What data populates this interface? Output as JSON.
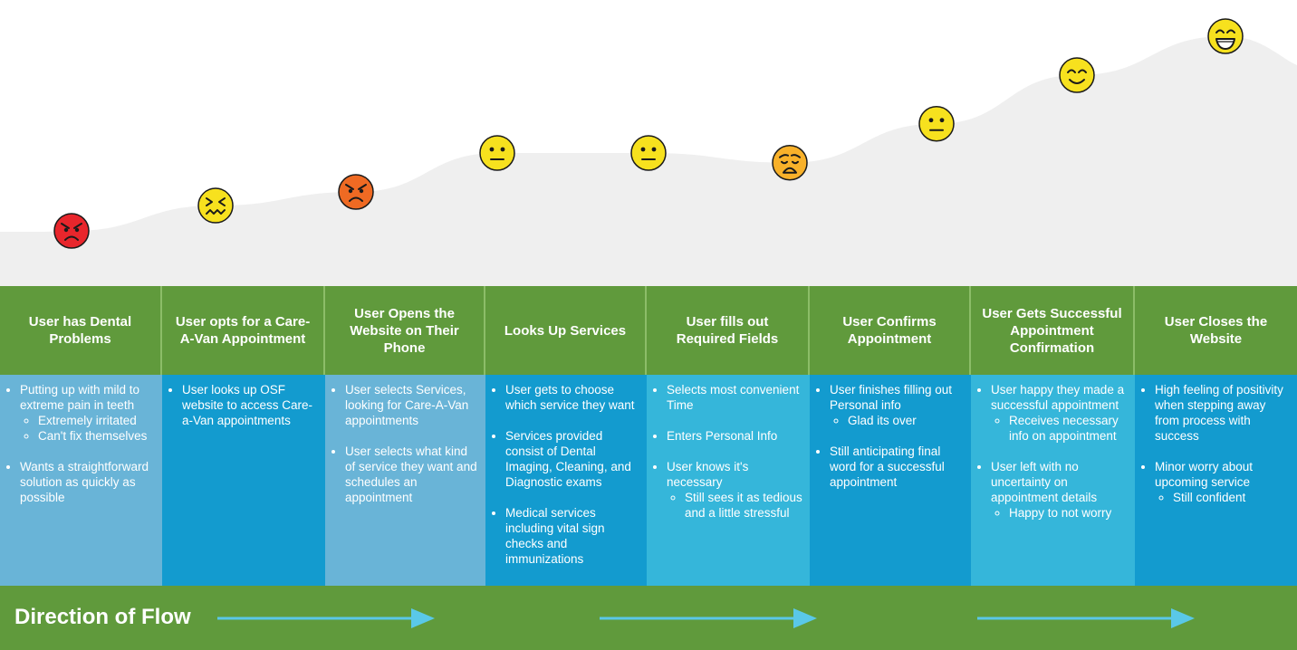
{
  "colors": {
    "curve": "#efefef",
    "header": "#609a3c",
    "stage_divider": "#8cbd68",
    "arrow": "#5ac8e8",
    "faces": {
      "angry": "#e8262c",
      "frustrated": "#f7e11e",
      "furious": "#ef6a23",
      "neutral": "#f7e11e",
      "anxious": "#f8b12a",
      "happy": "#f7e11e",
      "very-happy": "#f7e11e"
    }
  },
  "journey": {
    "stages": [
      {
        "title": "User has Dental Problems",
        "emotion": "angry",
        "emotion_level": 0.0,
        "bg": "#69b4d7",
        "items": [
          {
            "text": "Putting up with mild to extreme pain in teeth",
            "sub": [
              "Extremely irritated",
              "Can't fix themselves"
            ]
          },
          {
            "text": "Wants a straightforward solution as quickly as possible",
            "sub": []
          }
        ]
      },
      {
        "title": "User opts for a Care-A-Van Appointment",
        "emotion": "frustrated",
        "emotion_level": 0.13,
        "bg": "#139bcf",
        "items": [
          {
            "text": "User looks up OSF website to access Care-a-Van appointments",
            "sub": []
          }
        ]
      },
      {
        "title": "User Opens the Website on Their Phone",
        "emotion": "furious",
        "emotion_level": 0.2,
        "bg": "#69b4d7",
        "items": [
          {
            "text": "User selects Services, looking for Care-A-Van appointments",
            "sub": []
          },
          {
            "text": "User selects what kind of service they want and schedules an appointment",
            "sub": []
          }
        ]
      },
      {
        "title": "Looks Up Services",
        "emotion": "neutral",
        "emotion_level": 0.4,
        "bg": "#139bcf",
        "items": [
          {
            "text": "User gets to choose which service they want",
            "sub": []
          },
          {
            "text": "Services provided consist of Dental Imaging, Cleaning, and Diagnostic exams",
            "sub": []
          },
          {
            "text": "Medical services including vital sign checks and immunizations",
            "sub": []
          }
        ]
      },
      {
        "title": "User fills out Required Fields",
        "emotion": "neutral",
        "emotion_level": 0.4,
        "bg": "#35b6da",
        "items": [
          {
            "text": "Selects most convenient Time",
            "sub": []
          },
          {
            "text": "Enters Personal Info",
            "sub": []
          },
          {
            "text": "User knows it's necessary",
            "sub": [
              "Still sees it as tedious and a little stressful"
            ]
          }
        ]
      },
      {
        "title": "User Confirms Appointment",
        "emotion": "anxious",
        "emotion_level": 0.35,
        "bg": "#139bcf",
        "items": [
          {
            "text": "User finishes filling out Personal info",
            "sub": [
              "Glad its over"
            ]
          },
          {
            "text": "Still anticipating final word for a successful appointment",
            "sub": []
          }
        ]
      },
      {
        "title": "User Gets Successful Appointment Confirmation",
        "emotion": "neutral",
        "emotion_level": 0.55,
        "bg": "#35b6da",
        "items": [
          {
            "text": "User happy they made a successful appointment",
            "sub": [
              "Receives necessary info on appointment"
            ]
          },
          {
            "text": "User left with no uncertainty on appointment details",
            "sub": [
              "Happy to not worry"
            ]
          }
        ]
      },
      {
        "title": "User Closes the Website",
        "emotion": "happy",
        "emotion_level": 0.8,
        "bg": "#139bcf",
        "items": [
          {
            "text": "High feeling of positivity when stepping away from process with success",
            "sub": []
          },
          {
            "text": "Minor worry about upcoming service",
            "sub": [
              "Still confident"
            ]
          }
        ]
      }
    ],
    "final_emotion": "very-happy",
    "final_emotion_level": 1.0
  },
  "flow": {
    "label": "Direction of Flow",
    "arrow_count": 3
  }
}
